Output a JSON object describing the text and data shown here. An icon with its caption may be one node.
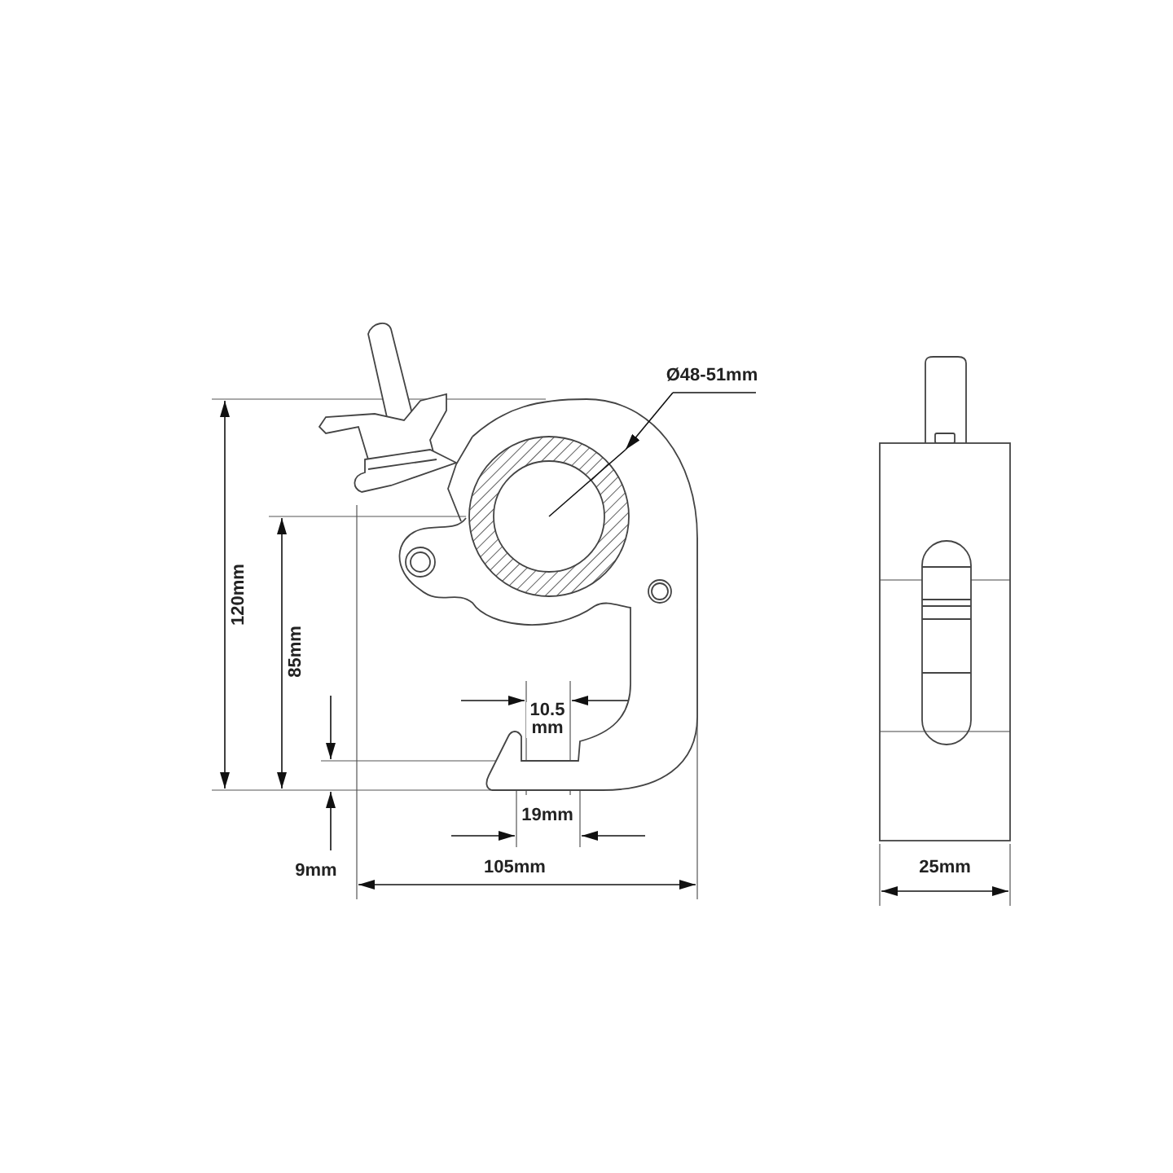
{
  "diagram": {
    "labels": [
      "Ø48-51mm",
      "120mm",
      "85mm",
      "10.5 mm",
      "19mm",
      "9mm",
      "105mm",
      "25mm"
    ]
  }
}
